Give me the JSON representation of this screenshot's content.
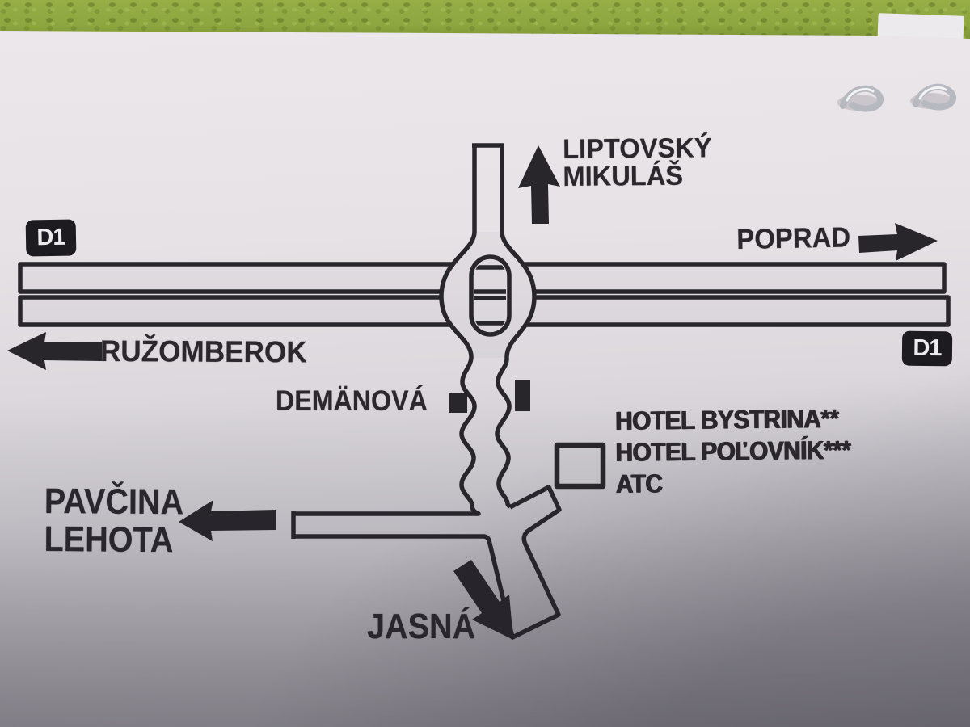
{
  "map": {
    "highway": {
      "badge_left": "D1",
      "badge_right": "D1"
    },
    "destinations": {
      "north": {
        "line1": "LIPTOVSKÝ",
        "line2": "MIKULÁŠ",
        "arrow": "up"
      },
      "east": {
        "label": "POPRAD",
        "arrow": "right"
      },
      "west": {
        "label": "RUŽOMBEROK",
        "arrow": "left"
      },
      "southwest": {
        "line1": "PAVČINA",
        "line2": "LEHOTA",
        "arrow": "left"
      },
      "south": {
        "label": "JASNÁ",
        "arrow": "down-right"
      }
    },
    "places": {
      "village": "DEMÄNOVÁ",
      "hotels": {
        "line1": "HOTEL BYSTRINA**",
        "line2": "HOTEL POĽOVNÍK***",
        "line3": "ATC"
      }
    }
  },
  "colors": {
    "ink": "#28252b",
    "paper_light": "#ece8ec",
    "paper_dark": "#a09da5",
    "table_green": "#8ca43e",
    "badge_bg": "#1d1b20",
    "badge_text": "#edebee",
    "ring_metal": "#b6b9bf"
  }
}
